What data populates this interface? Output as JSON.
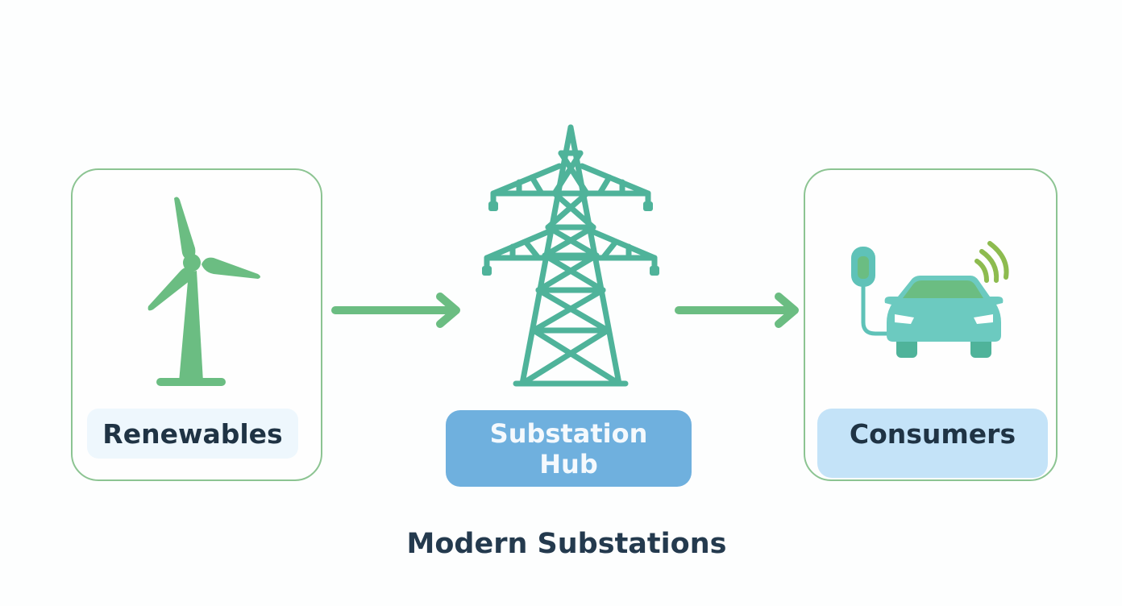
{
  "diagram": {
    "title": "Modern Substations",
    "nodes": [
      {
        "id": "renewables",
        "label": "Renewables",
        "icon": "wind-turbine-icon"
      },
      {
        "id": "hub",
        "label_line1": "Substation",
        "label_line2": "Hub",
        "icon": "transmission-tower-icon"
      },
      {
        "id": "consumers",
        "label": "Consumers",
        "icon": "electric-car-charging-icon"
      }
    ],
    "edges": [
      {
        "from": "renewables",
        "to": "hub",
        "icon": "arrow-right-icon"
      },
      {
        "from": "hub",
        "to": "consumers",
        "icon": "arrow-right-icon"
      }
    ],
    "colors": {
      "green_accent": "#6bbd82",
      "teal_accent": "#4fb39a",
      "card_border": "#8cc492",
      "hub_fill": "#6fb0de",
      "text_dark": "#1f3344"
    }
  }
}
